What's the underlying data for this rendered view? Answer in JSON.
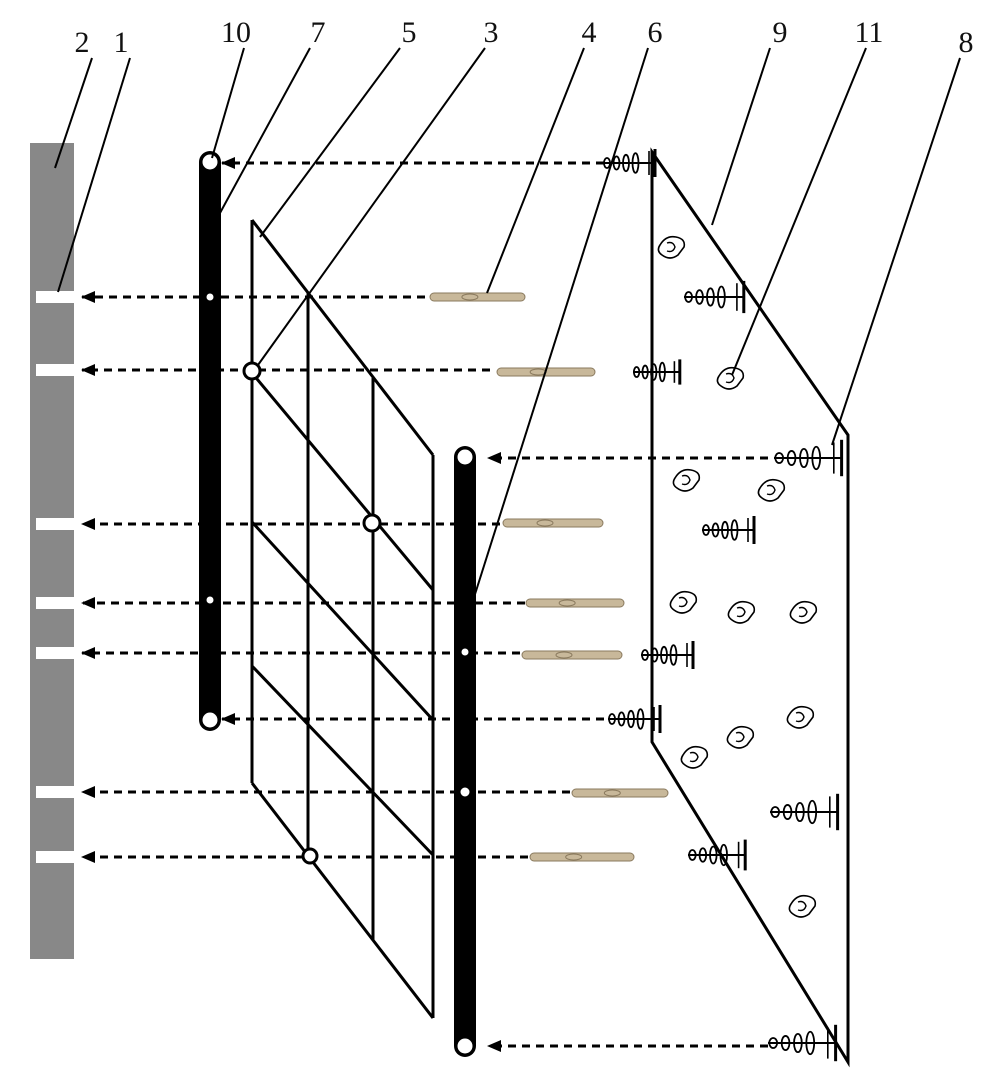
{
  "labels": [
    "1",
    "2",
    "3",
    "4",
    "5",
    "6",
    "7",
    "8",
    "9",
    "10",
    "11"
  ],
  "colors": {
    "wall": "#888888",
    "ink": "#000000",
    "anchor_bolt": "#c8b89a",
    "anchor_bolt_edge": "#8a7a5e"
  }
}
